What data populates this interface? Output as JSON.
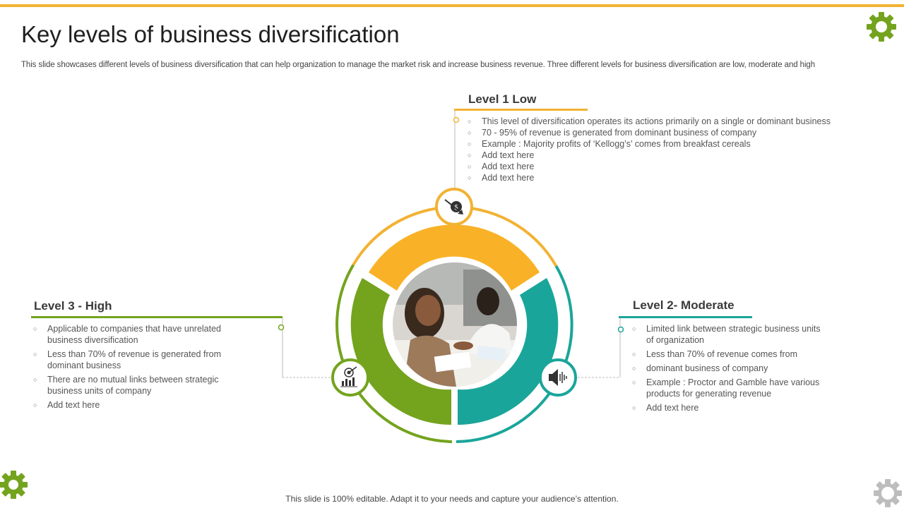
{
  "header": {
    "title": "Key levels of business diversification",
    "subtitle": "This slide showcases different levels of business diversification that can help organization to manage the market risk and increase business revenue. Three different levels for business diversification are low, moderate and high"
  },
  "levels": {
    "level1": {
      "title": "Level 1 Low",
      "color": "#f2b233",
      "icon": "dollar-down-arrow-icon",
      "items": [
        "This level of diversification  operates its actions primarily on a single or dominant business",
        "70 - 95% of revenue  is generated from dominant business of company",
        "Example : Majority profits of ‘Kellogg’s’ comes from breakfast cereals",
        "Add text here",
        "Add text here",
        "Add text here"
      ]
    },
    "level2": {
      "title": "Level 2- Moderate",
      "color": "#1aa59a",
      "icon": "megaphone-icon",
      "items": [
        "Limited link between strategic business units of organization",
        "Less than 70% of revenue  comes from",
        "dominant business of company",
        "Example : Proctor and Gamble have various products for generating revenue",
        "Add text here"
      ]
    },
    "level3": {
      "title": "Level 3 - High",
      "color": "#74a31e",
      "icon": "target-bar-chart-icon",
      "items": [
        "Applicable to companies that have unrelated business diversification",
        "Less than 70% of revenue  is generated from dominant business",
        "There  are no mutual links between strategic business units of company",
        "Add text here"
      ]
    }
  },
  "footer": {
    "text": "This slide is 100% editable. Adapt it to your needs and capture your audience’s attention."
  },
  "decor": {
    "gear_colors": [
      "#74a31e",
      "#74a31e",
      "#bdbdbd"
    ]
  }
}
